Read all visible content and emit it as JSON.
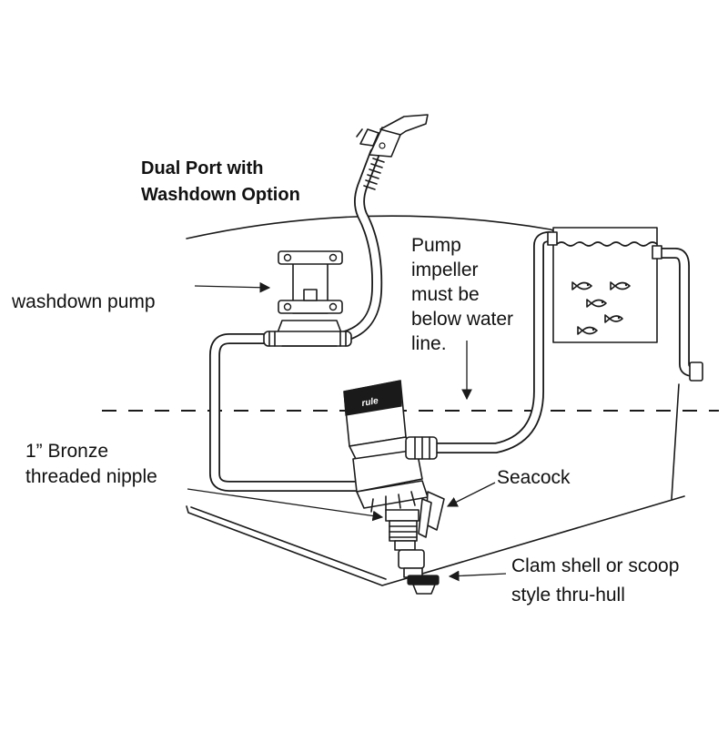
{
  "title": {
    "line1": "Dual Port with",
    "line2": "Washdown Option"
  },
  "labels": {
    "washdown_pump": "washdown pump",
    "impeller_note": [
      "Pump",
      "impeller",
      "must be",
      "below water",
      "line."
    ],
    "nipple": [
      "1” Bronze",
      "threaded nipple"
    ],
    "seacock": "Seacock",
    "thru_hull": [
      "Clam shell or scoop",
      "style thru-hull"
    ]
  },
  "pump_brand": "rule",
  "icons": {
    "spray_nozzle": "spray-nozzle-icon",
    "fish": "fish-icon"
  },
  "colors": {
    "ink": "#1a1a1a",
    "background": "#ffffff"
  }
}
